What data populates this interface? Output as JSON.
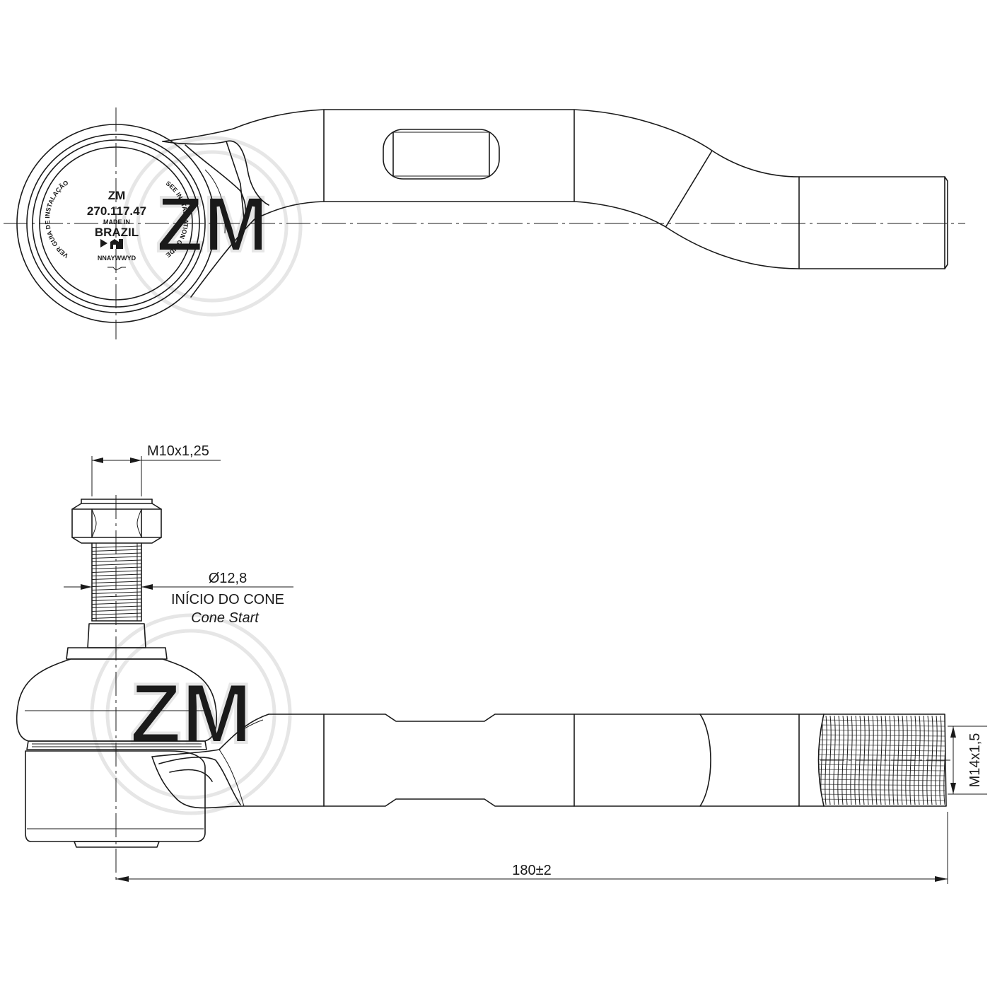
{
  "marking": {
    "brand": "ZM",
    "part_number": "270.117.47",
    "made_in_1": "MADE IN",
    "made_in_2": "BRAZIL",
    "date_code": "NNAYWWYD",
    "ring_left": "VER GUIA DE INSTALAÇÃO",
    "ring_right": "SEE INSTALLATION GUIDE"
  },
  "dimensions": {
    "stud_thread": "M10x1,25",
    "cone_diameter": "Ø12,8",
    "cone_label_pt": "INÍCIO DO CONE",
    "cone_label_en": "Cone Start",
    "shank_thread": "M14x1,5",
    "overall_length": "180±2"
  },
  "watermark": {
    "text": "ZM",
    "color": "#e6e6e6"
  },
  "colors": {
    "line": "#1a1a1a",
    "background": "#ffffff"
  }
}
